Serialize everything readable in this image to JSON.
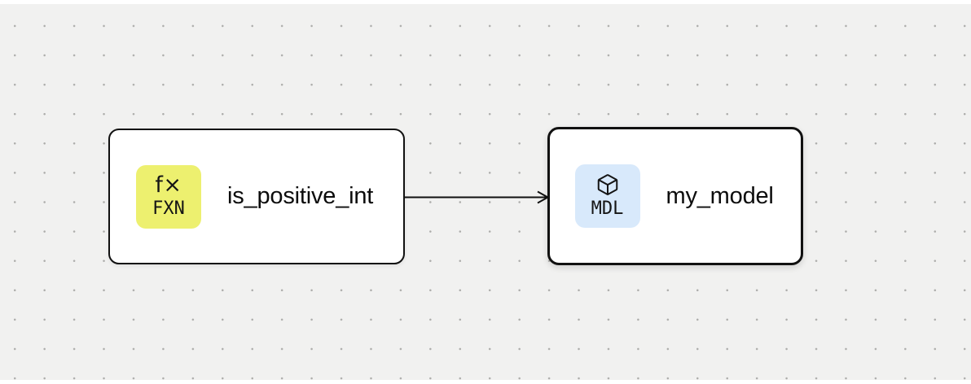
{
  "canvas": {
    "background_color": "#f1f1f0",
    "dot_color": "#adadab"
  },
  "nodes": [
    {
      "title": "is_positive_int",
      "type": "function",
      "selected": false,
      "badge": {
        "glyph": "f×",
        "label": "FXN",
        "color": "#edf06f"
      }
    },
    {
      "title": "my_model",
      "type": "model",
      "selected": true,
      "badge": {
        "icon": "cube-icon",
        "label": "MDL",
        "color": "#d8e9fb"
      }
    }
  ],
  "edge": {
    "from": "is_positive_int",
    "to": "my_model",
    "color": "#111111",
    "style": "arrow"
  }
}
